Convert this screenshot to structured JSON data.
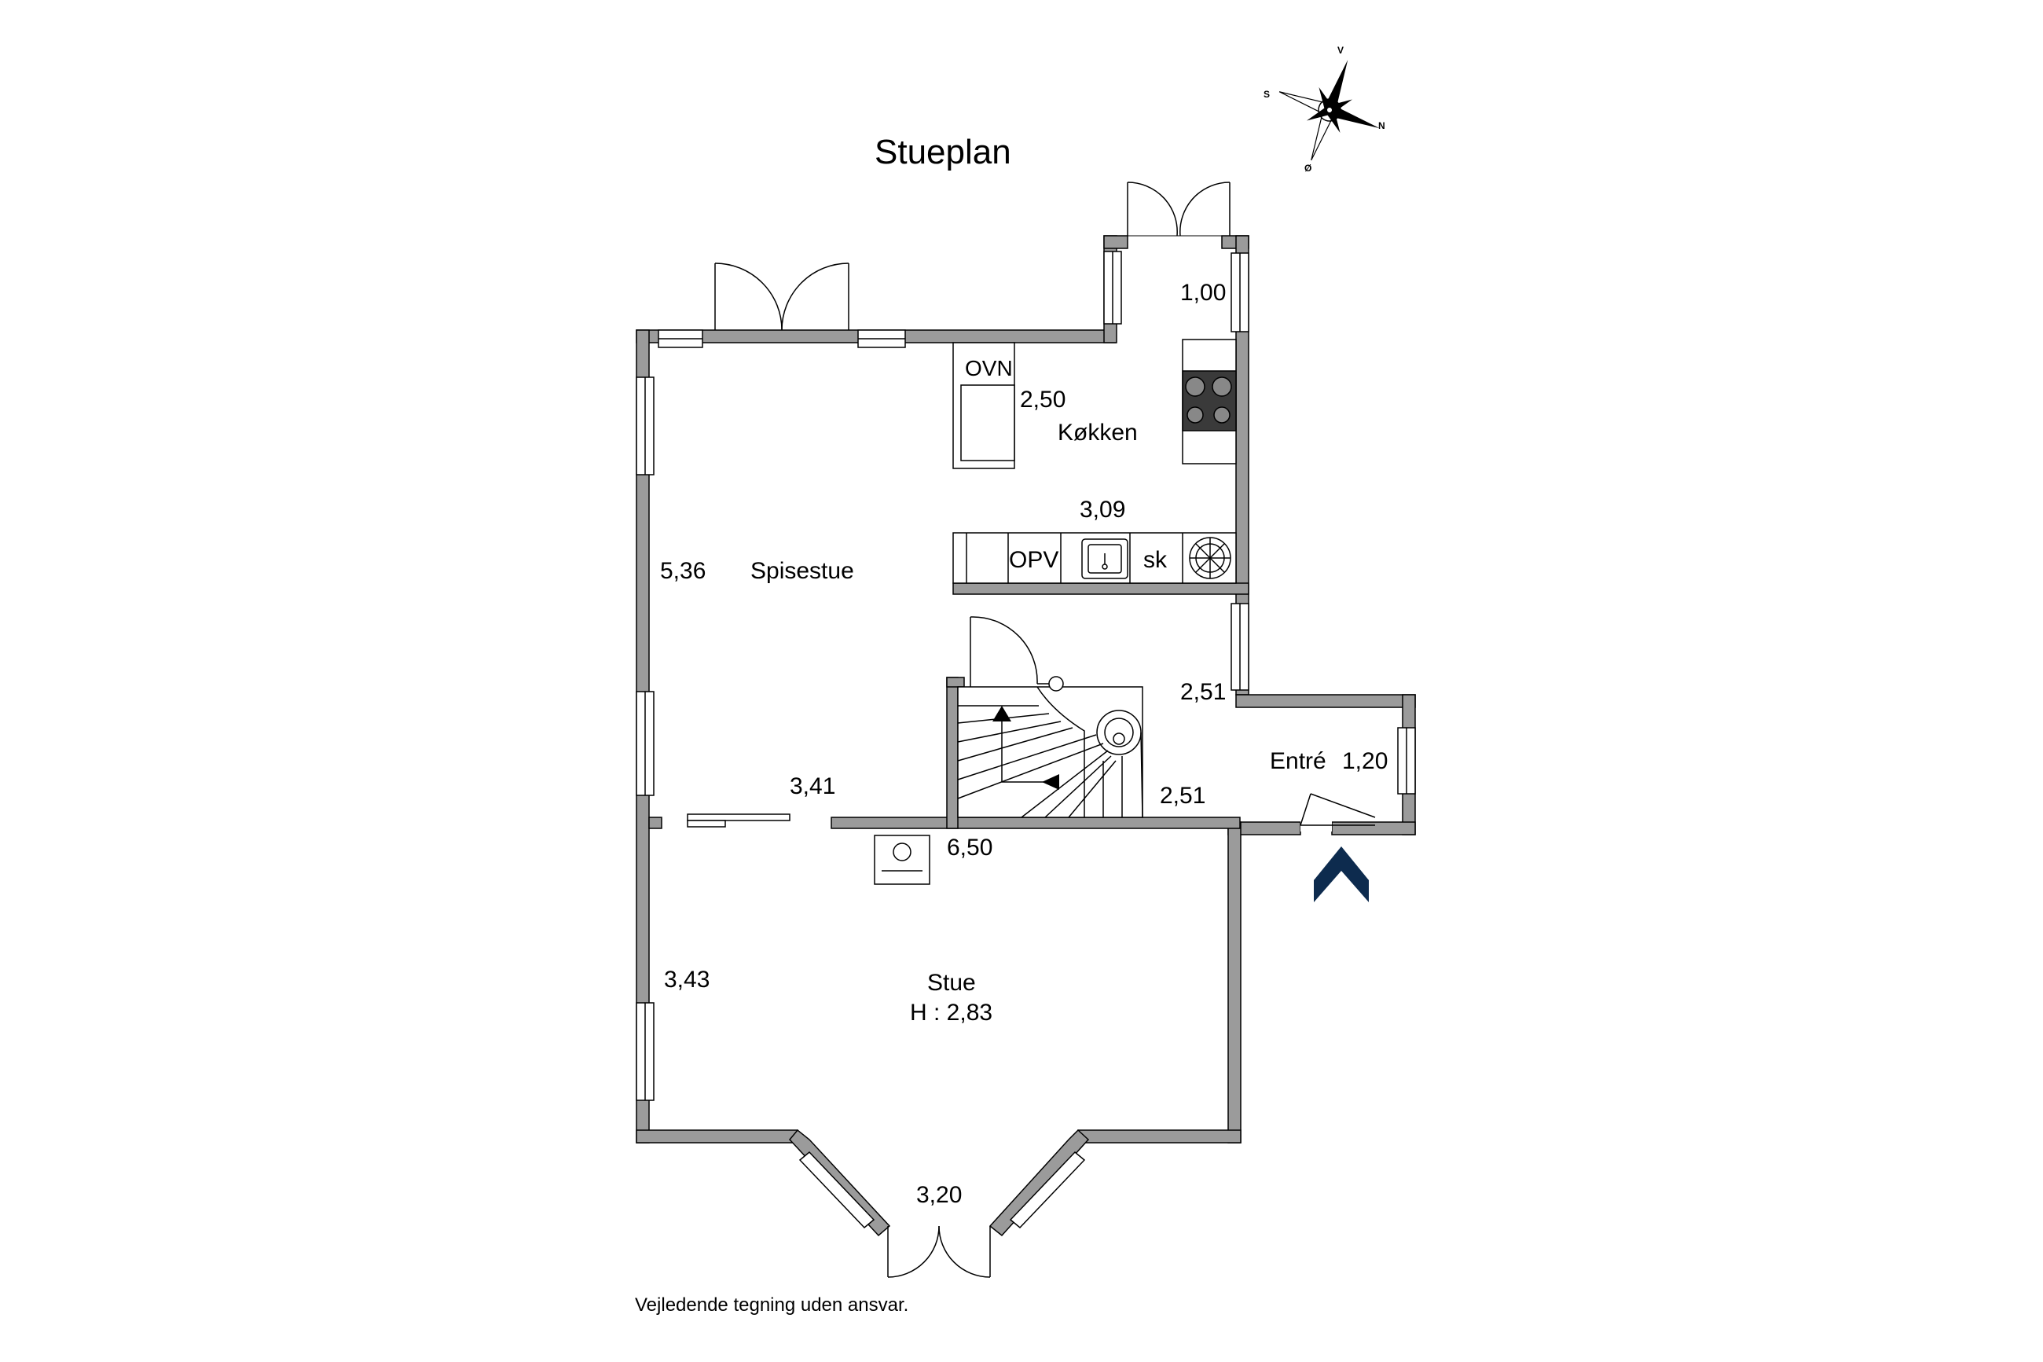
{
  "title": "Stueplan",
  "compass": {
    "north": "N",
    "south": "S",
    "west": "V",
    "east": "Ø"
  },
  "rooms": {
    "kitchen": "Køkken",
    "dining": "Spisestue",
    "entrance": "Entré",
    "living": "Stue",
    "living_height": "H : 2,83"
  },
  "appliances": {
    "oven": "OVN",
    "dishwasher": "OPV",
    "cabinet": "sk"
  },
  "dimensions": {
    "kitchen_door_width": "1,00",
    "oven_depth": "2,50",
    "kitchen_width": "3,09",
    "dining_length": "5,36",
    "dining_width": "3,41",
    "entrance_hall": "2,51",
    "stair_width": "2,51",
    "entrance_depth": "1,20",
    "living_width": "6,50",
    "living_length": "3,43",
    "bay_width": "3,20"
  },
  "disclaimer": "Vejledende tegning uden ansvar.",
  "colors": {
    "wall": "#9b9b9b",
    "entry_arrow": "#0d2b4e",
    "line": "#000000"
  }
}
